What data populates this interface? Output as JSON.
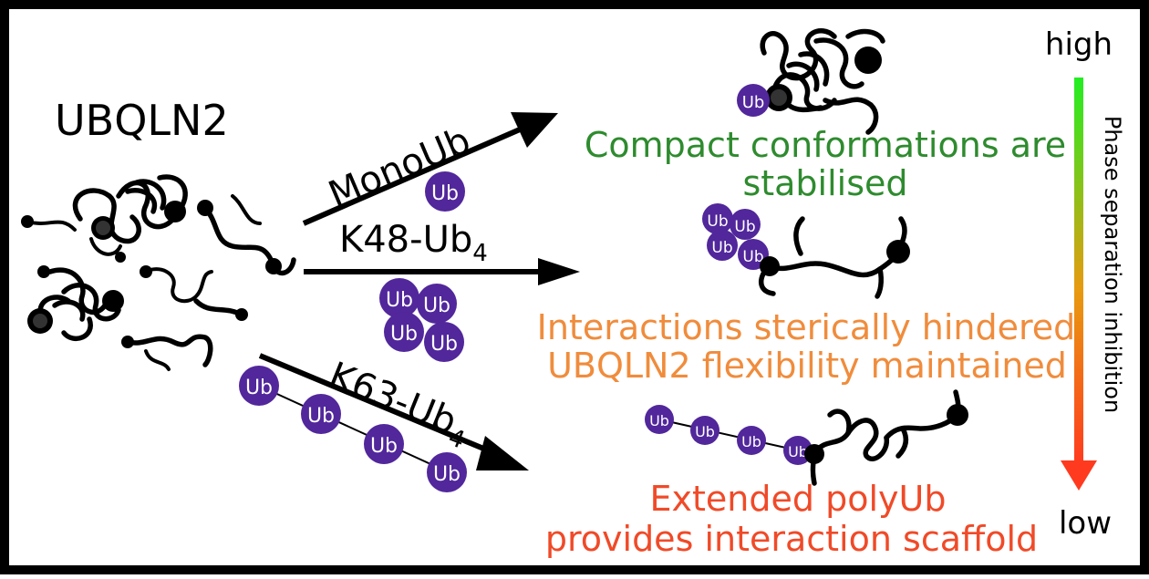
{
  "colors": {
    "border": "#000000",
    "ub_fill": "#51279b",
    "compact_text": "#2e8b2e",
    "hindered_text": "#f08c3c",
    "scaffold_text": "#f04a28",
    "gradient_top": "#22ee22",
    "gradient_bottom": "#ff3a1e"
  },
  "labels": {
    "protein": "UBQLN2",
    "mono": "MonoUb",
    "k48_main": "K48-Ub",
    "k48_sub": "4",
    "k63_main": "K63-Ub",
    "k63_sub": "4",
    "ub": "Ub"
  },
  "outcomes": {
    "compact_line1": "Compact conformations are",
    "compact_line2": "stabilised",
    "hindered_line1": "Interactions sterically hindered,",
    "hindered_line2": "UBQLN2 flexibility maintained",
    "scaffold_line1": "Extended polyUb",
    "scaffold_line2": "provides interaction scaffold"
  },
  "scale": {
    "high": "high",
    "low": "low",
    "axis_label": "Phase separation inhibition"
  },
  "icons": {
    "arrow": "arrow-icon",
    "ubiquitin": "ubiquitin-bead-icon",
    "protein": "ubqln2-chain-icon"
  }
}
